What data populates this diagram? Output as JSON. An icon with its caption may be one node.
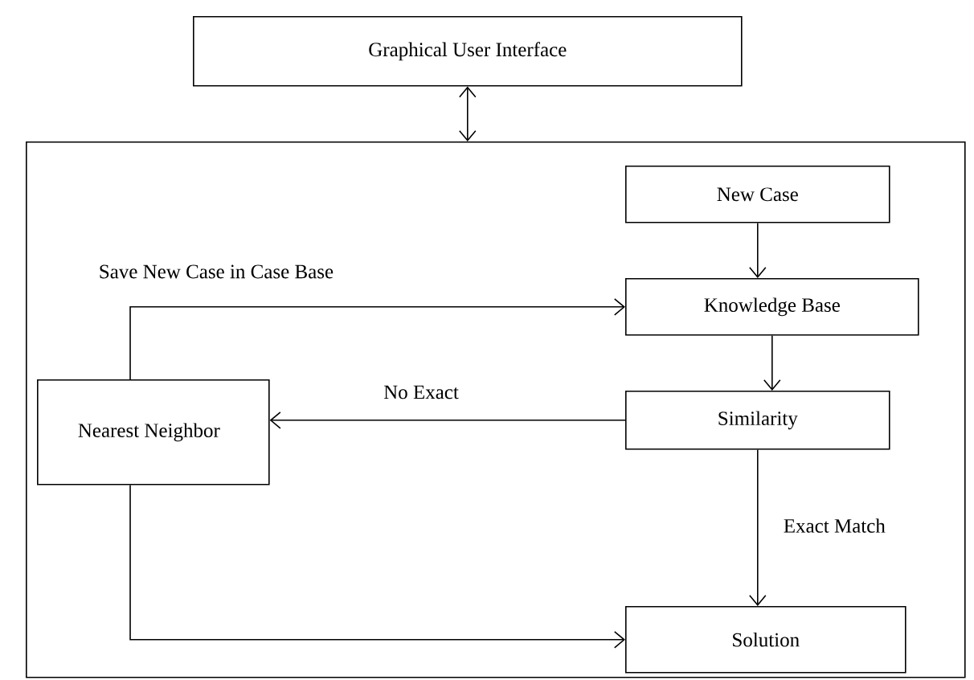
{
  "diagram": {
    "nodes": [
      {
        "text": [
          "Graphical User Interface"
        ]
      },
      {
        "text": [],
        "shape": "box"
      },
      {
        "text": [
          "New Case"
        ],
        "in": 1
      },
      {
        "text": [
          "Knowledge Base"
        ],
        "in": 1
      },
      {
        "text": [
          "Similarity"
        ],
        "in": 1
      },
      {
        "text": [
          "Nearest Neighbor"
        ],
        "in": 1
      },
      {
        "text": [
          "Solution"
        ],
        "in": 1
      }
    ],
    "edges": [
      {
        "from": 0,
        "to": 1,
        "arrow": "both"
      },
      {
        "from": 2,
        "to": 3,
        "arrow": "to"
      },
      {
        "from": 3,
        "to": 4,
        "arrow": "to"
      },
      {
        "from": 4,
        "to": 5,
        "arrow": "to",
        "label": "No Exact"
      },
      {
        "from": 5,
        "to": 3,
        "arrow": "to",
        "label": "Save New Case in Case Base"
      },
      {
        "from": 4,
        "to": 6,
        "arrow": "to",
        "label": "Exact Match"
      },
      {
        "from": 5,
        "to": 6,
        "arrow": "to"
      }
    ]
  }
}
